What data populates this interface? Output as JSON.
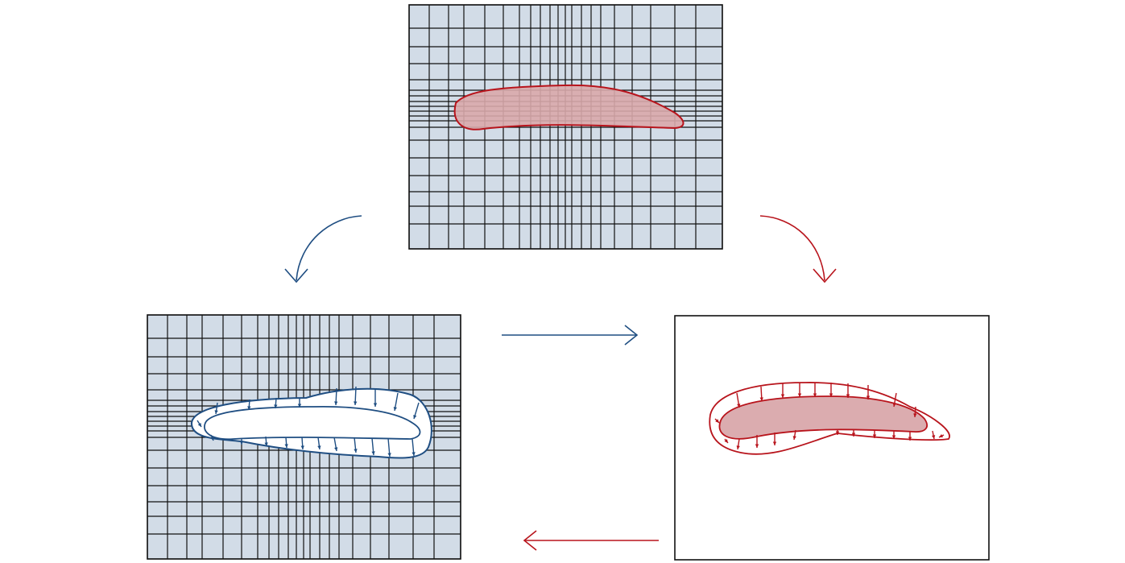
{
  "colors": {
    "mesh_fill": "#d2dce7",
    "mesh_line": "#111111",
    "blue": "#1f4e82",
    "red": "#b8141c",
    "red_fill": "#d9a8ab",
    "frame": "#111111"
  },
  "panels": {
    "top": {
      "kind": "mesh",
      "content": "solid-body"
    },
    "left": {
      "kind": "mesh",
      "content": "immersed-boundary-fluid-forces"
    },
    "right": {
      "kind": "empty-domain",
      "content": "solid-body-with-boundary-forces"
    }
  },
  "arrows": [
    {
      "id": "top-to-left",
      "color": "blue",
      "style": "curved"
    },
    {
      "id": "top-to-right",
      "color": "red",
      "style": "curved"
    },
    {
      "id": "left-to-right",
      "color": "blue",
      "style": "straight"
    },
    {
      "id": "right-to-left",
      "color": "red",
      "style": "straight"
    }
  ]
}
